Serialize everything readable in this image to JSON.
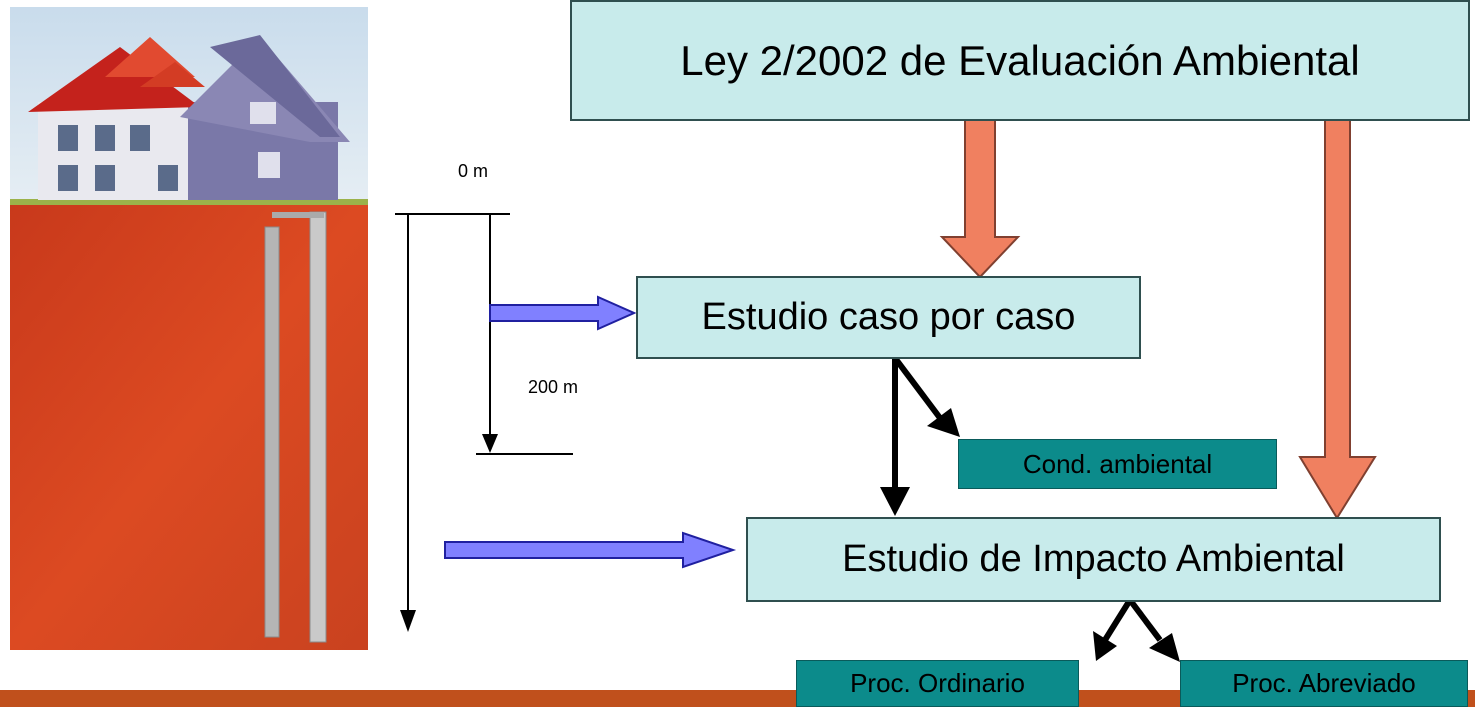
{
  "diagram": {
    "depth_labels": {
      "top": "0 m",
      "mid": "200 m"
    },
    "boxes": {
      "law": "Ley 2/2002 de Evaluación Ambiental",
      "case_study": "Estudio caso por caso",
      "cond": "Cond. ambiental",
      "eia": "Estudio de Impacto Ambiental",
      "ordinary": "Proc. Ordinario",
      "abbreviated": "Proc. Abreviado"
    }
  },
  "colors": {
    "box_light": "#c8ebeb",
    "box_teal": "#0c8b8b",
    "salmon_arrow": "#f08060",
    "blue_arrow": "#8080ff",
    "bottom_bar": "#c0501c",
    "soil": "#d8431f"
  },
  "icons": {
    "illustration": "house-with-geothermal-borehole"
  }
}
